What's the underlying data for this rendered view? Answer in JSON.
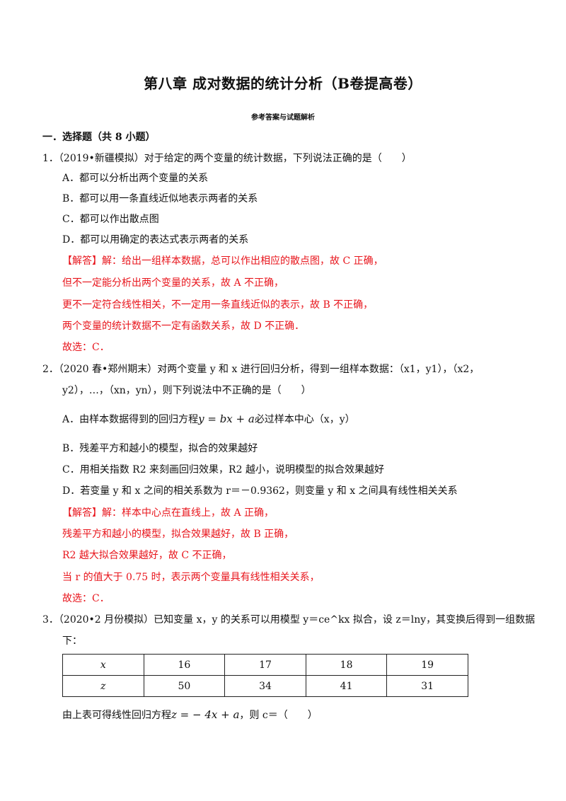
{
  "title": "第八章  成对数据的统计分析（B卷提高卷）",
  "subtitle": "参考答案与试题解析",
  "section": "一．选择题（共 8 小题）",
  "q1": {
    "stem": "1．（2019•新疆模拟）对于给定的两个变量的统计数据，下列说法正确的是（　　）",
    "options": [
      "A．都可以分析出两个变量的关系",
      "B．都可以用一条直线近似地表示两者的关系",
      "C．都可以作出散点图",
      "D．都可以用确定的表达式表示两者的关系"
    ],
    "answer_label": "【解答】",
    "answer_lines": [
      "解：给出一组样本数据，总可以作出相应的散点图，故 C 正确，",
      "但不一定能分析出两个变量的关系，故 A 不正确，",
      "更不一定符合线性相关，不一定用一条直线近似的表示，故 B 不正确，",
      "两个变量的统计数据不一定有函数关系，故 D 不正确．"
    ],
    "choice": "故选：C．"
  },
  "q2": {
    "stem_line1": "2．（2020 春•郑州期末）对两个变量 y 和 x 进行回归分析，得到一组样本数据：（x1，y1），（x2，",
    "stem_line2": "y2），…，（xn，yn），则下列说法中不正确的是（　　）",
    "optA_prefix": "A．由样本数据得到的回归方程",
    "optA_formula": "y = bx + a",
    "optA_suffix": "必过样本中心（x，y）",
    "optB": "B．残差平方和越小的模型，拟合的效果越好",
    "optC": "C．用相关指数 R2 来刻画回归效果，R2 越小，说明模型的拟合效果越好",
    "optD": "D．若变量 y 和 x 之间的相关系数为 r＝－0.9362，则变量 y 和 x 之间具有线性相关关系",
    "answer_label": "【解答】",
    "answer_lines": [
      "解：样本中心点在直线上，故 A 正确，",
      "残差平方和越小的模型，拟合效果越好，故 B 正确，",
      "R2 越大拟合效果越好，故 C 不正确，",
      "当 r 的值大于 0.75 时，表示两个变量具有线性相关关系，"
    ],
    "choice": "故选：C．"
  },
  "q3": {
    "stem_line1": "3．（2020•2 月份模拟）已知变量 x，y 的关系可以用模型 y＝ce^kx 拟合，设 z＝lny，其变换后得到一组数据",
    "stem_line2": "下：",
    "table": {
      "rows": [
        [
          "x",
          "16",
          "17",
          "18",
          "19"
        ],
        [
          "z",
          "50",
          "34",
          "41",
          "31"
        ]
      ]
    },
    "tail_prefix": "由上表可得线性回归方程",
    "tail_formula": "z = − 4x + a",
    "tail_suffix": "，则 c＝（　　）"
  }
}
